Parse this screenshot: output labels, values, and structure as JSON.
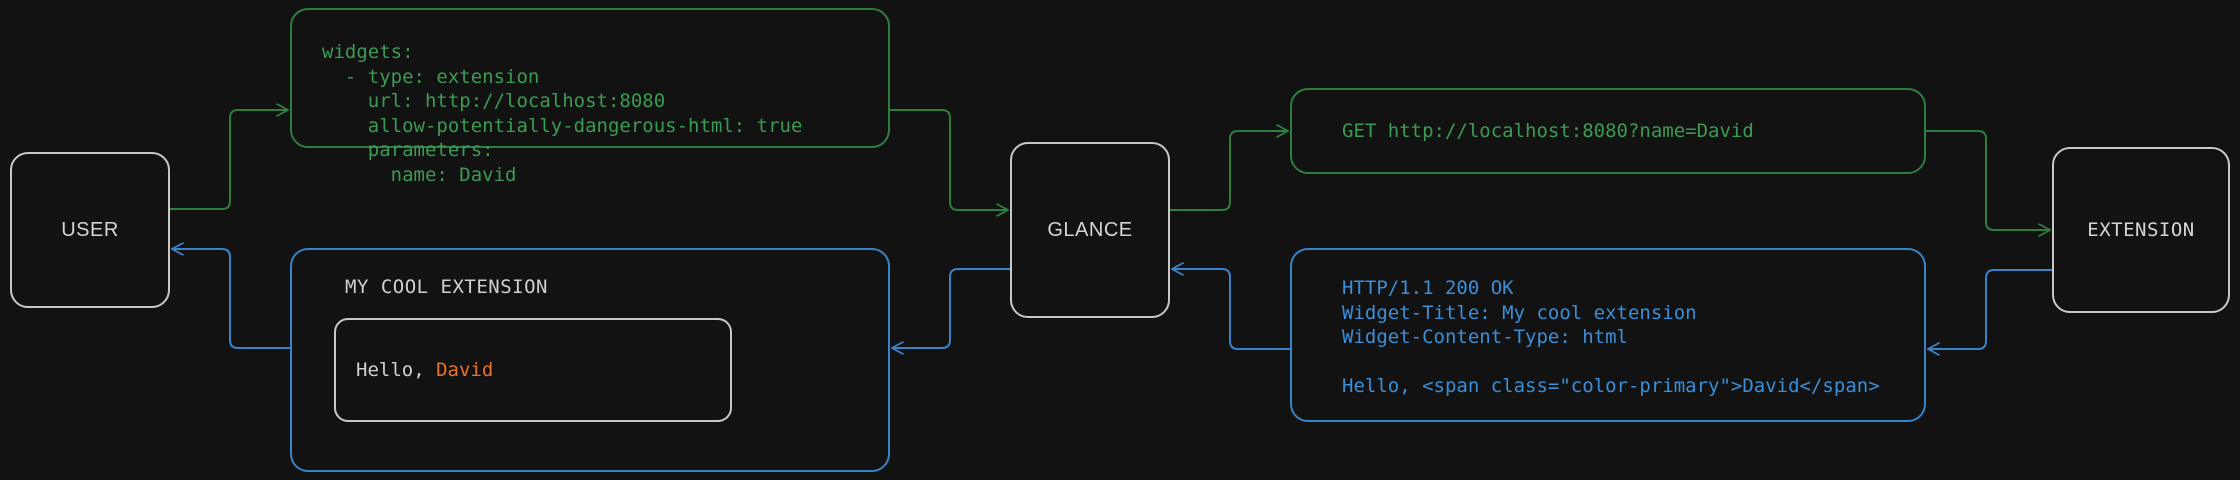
{
  "diagram": {
    "title": "Glance extension widget request flow",
    "background": "#121212",
    "colors": {
      "request_green": "#3c9b53",
      "response_blue": "#3b8fd8",
      "node_border": "#c8c8c8",
      "text_light": "#d0d0d0",
      "accent_orange": "#e8732c"
    }
  },
  "nodes": {
    "user": {
      "label": "USER"
    },
    "glance": {
      "label": "GLANCE"
    },
    "extension": {
      "label": "EXTENSION"
    }
  },
  "panels": {
    "yaml_config": {
      "kind": "request",
      "text": "widgets:\n  - type: extension\n    url: http://localhost:8080\n    allow-potentially-dangerous-html: true\n    parameters:\n      name: David"
    },
    "http_request": {
      "kind": "request",
      "text": "GET http://localhost:8080?name=David"
    },
    "http_response": {
      "kind": "response",
      "text": "HTTP/1.1 200 OK\nWidget-Title: My cool extension\nWidget-Content-Type: html\n\nHello, <span class=\"color-primary\">David</span>"
    },
    "widget_preview": {
      "kind": "response",
      "title": "MY COOL EXTENSION",
      "body_prefix": "Hello, ",
      "body_accent": "David"
    }
  },
  "edges": [
    {
      "name": "user-to-config",
      "from": "user",
      "to": "yaml-config",
      "color": "#2f7d3f"
    },
    {
      "name": "config-to-glance",
      "from": "yaml-config",
      "to": "glance",
      "color": "#2f7d3f"
    },
    {
      "name": "glance-to-request",
      "from": "glance",
      "to": "http-request",
      "color": "#2f7d3f"
    },
    {
      "name": "request-to-extension",
      "from": "http-request",
      "to": "extension",
      "color": "#2f7d3f"
    },
    {
      "name": "extension-to-response",
      "from": "extension",
      "to": "http-response",
      "color": "#3b83c8"
    },
    {
      "name": "response-to-glance",
      "from": "http-response",
      "to": "glance",
      "color": "#3b83c8"
    },
    {
      "name": "glance-to-widget",
      "from": "glance",
      "to": "widget-preview",
      "color": "#3b83c8"
    },
    {
      "name": "widget-to-user",
      "from": "widget-preview",
      "to": "user",
      "color": "#3b83c8"
    }
  ]
}
